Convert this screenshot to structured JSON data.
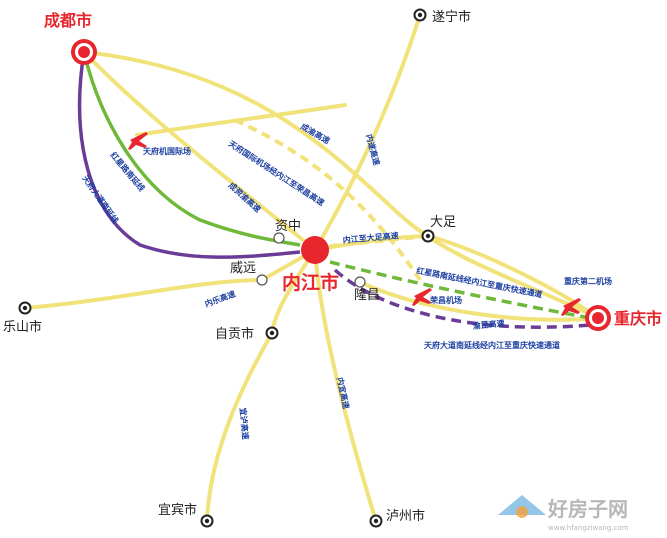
{
  "cities": {
    "chengdu": "成都市",
    "neijiang": "内江市",
    "chongqing": "重庆市",
    "suining": "遂宁市",
    "dazu": "大足",
    "zizhong": "资中",
    "weiyuan": "威远",
    "longchang": "隆昌",
    "leshan": "乐山市",
    "zigong": "自贡市",
    "yibin": "宜宾市",
    "luzhou": "泸州市"
  },
  "roads": {
    "chengyu": "成渝高速",
    "neisui": "内遂高速",
    "neida": "内江至大足高速",
    "chengzi": "成资渝高速",
    "tianfu_ext": "天府国际机场经内江至荣昌高速",
    "hongxing": "红星路南延线",
    "hongxing_ext": "红星路南延线经内江至重庆快速通道",
    "tianfu_ave": "天府大道南延线",
    "tianfu_ave_ext": "天府大道南延线经内江至重庆快速通道",
    "neile": "内乐高速",
    "yiluo": "宜泸高速",
    "neiyi": "内宜高速",
    "yurong": "渝昆高速"
  },
  "airports": {
    "tianfu": "天府机国际场",
    "rongchang": "荣昌机场",
    "chongqing2": "重庆第二机场"
  },
  "watermark": {
    "brand": "好房子网",
    "url": "www.hfangziwang.com"
  },
  "colors": {
    "road_yellow": "#f2e27a",
    "route_green": "#6fb83a",
    "route_purple": "#6a3c98",
    "city_red": "#e8262d",
    "label_blue": "#1c3fa0"
  }
}
